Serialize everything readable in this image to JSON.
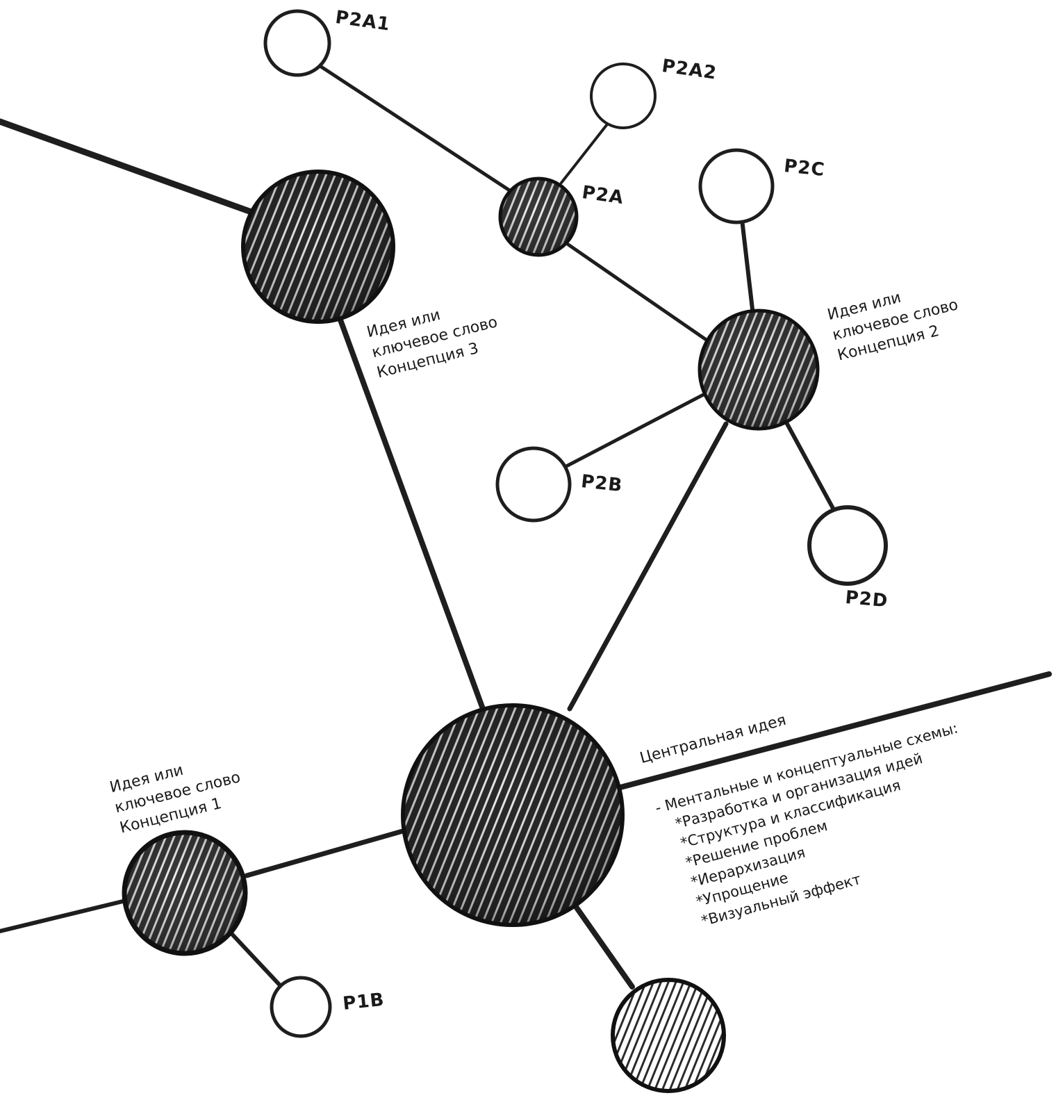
{
  "diagram": {
    "style": {
      "ink": "#1f1f1f",
      "paper": "#ffffff",
      "hatch_light": "#ffffff",
      "node_fill_dark": "#2b2b2b"
    },
    "nodes": [
      {
        "id": "central",
        "type": "hatched"
      },
      {
        "id": "concept1",
        "type": "hatched"
      },
      {
        "id": "concept2",
        "type": "hatched"
      },
      {
        "id": "concept3",
        "type": "hatched"
      },
      {
        "id": "P2A",
        "type": "hatched"
      },
      {
        "id": "P1B",
        "type": "empty"
      },
      {
        "id": "P2A1",
        "type": "empty"
      },
      {
        "id": "P2A2",
        "type": "empty"
      },
      {
        "id": "P2B",
        "type": "empty"
      },
      {
        "id": "P2C",
        "type": "empty"
      },
      {
        "id": "P2D",
        "type": "empty"
      },
      {
        "id": "bottom",
        "type": "hatched-light"
      }
    ],
    "edges": [
      [
        "central",
        "concept1"
      ],
      [
        "central",
        "concept2"
      ],
      [
        "central",
        "concept3"
      ],
      [
        "central",
        "bottom"
      ],
      [
        "concept1",
        "P1B"
      ],
      [
        "concept2",
        "P2A"
      ],
      [
        "concept2",
        "P2B"
      ],
      [
        "concept2",
        "P2C"
      ],
      [
        "concept2",
        "P2D"
      ],
      [
        "P2A",
        "P2A1"
      ],
      [
        "P2A",
        "P2A2"
      ]
    ],
    "labels": {
      "P2A1": "P2A1",
      "P2A2": "P2A2",
      "P2A": "P2A",
      "P2C": "P2C",
      "P2B": "P2B",
      "P2D": "P2D",
      "P1B": "P1B"
    },
    "concept3_text": [
      "Идея или",
      "ключевое слово",
      "Концепция 3"
    ],
    "concept2_text": [
      "Идея или",
      "ключевое слово",
      "Концепция 2"
    ],
    "concept1_text": [
      "Идея или",
      "ключевое слово",
      "Концепция 1"
    ],
    "central_text": {
      "title": "Центральная идея",
      "lines": [
        "- Ментальные и концептуальные схемы:",
        "*Разработка и организация идей",
        "*Структура и классификация",
        "*Решение проблем",
        "*Иерархизация",
        "*Упрощение",
        "*Визуальный эффект"
      ]
    }
  }
}
